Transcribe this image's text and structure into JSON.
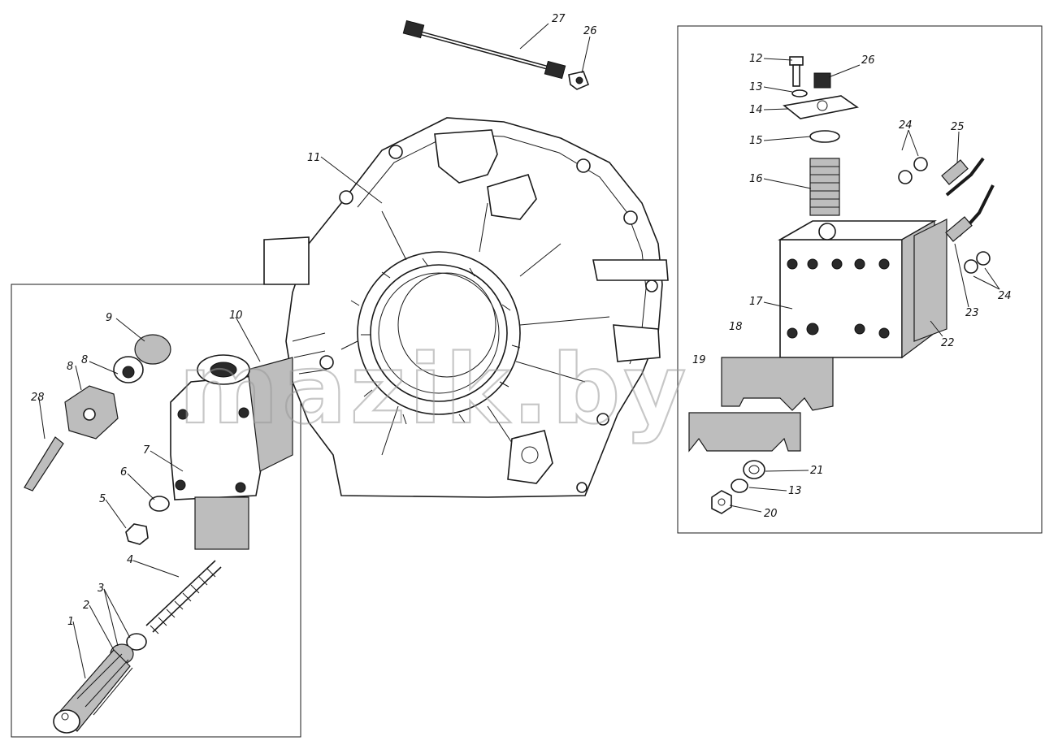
{
  "diagram": {
    "watermark": "mazik.by",
    "callouts": {
      "c27": "27",
      "c26_top": "26",
      "c11": "11",
      "c12": "12",
      "c26_r": "26",
      "c13_r": "13",
      "c14": "14",
      "c15": "15",
      "c16": "16",
      "c24_a": "24",
      "c25": "25",
      "c17": "17",
      "c24_b": "24",
      "c23": "23",
      "c22": "22",
      "c18": "18",
      "c19": "19",
      "c21": "21",
      "c13_b": "13",
      "c20": "20",
      "c9": "9",
      "c10": "10",
      "c8a": "8",
      "c8b": "8",
      "c28": "28",
      "c7": "7",
      "c6": "6",
      "c5": "5",
      "c4": "4",
      "c3": "3",
      "c2": "2",
      "c1": "1"
    },
    "colors": {
      "ink": "#1a1a1a",
      "watermark": "#9a9a9a",
      "paper": "#ffffff"
    }
  }
}
